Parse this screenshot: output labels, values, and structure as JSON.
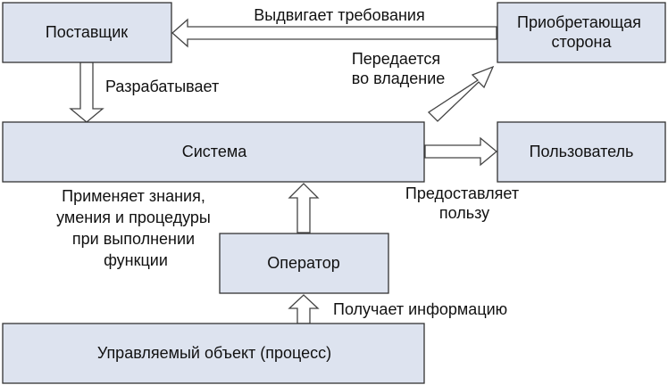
{
  "nodes": {
    "supplier": {
      "label": "Поставщик"
    },
    "acquirer": {
      "line1": "Приобретающая",
      "line2": "сторона"
    },
    "system": {
      "label": "Система"
    },
    "user": {
      "label": "Пользователь"
    },
    "operator": {
      "label": "Оператор"
    },
    "controlled_object": {
      "label": "Управляемый объект (процесс)"
    }
  },
  "edges": {
    "demands": {
      "label": "Выдвигает требования"
    },
    "develops": {
      "label": "Разрабатывает"
    },
    "transferred": {
      "line1": "Передается",
      "line2": "во владение"
    },
    "provides": {
      "line1": "Предоставляет",
      "line2": "пользу"
    },
    "applies": {
      "line1": "Применяет знания,",
      "line2": "умения и процедуры",
      "line3": "при выполнении",
      "line4": "функции"
    },
    "receives": {
      "label": "Получает информацию"
    }
  },
  "colors": {
    "box_fill": "#dde3ef",
    "box_stroke": "#333333",
    "arrow_fill": "#ffffff"
  }
}
